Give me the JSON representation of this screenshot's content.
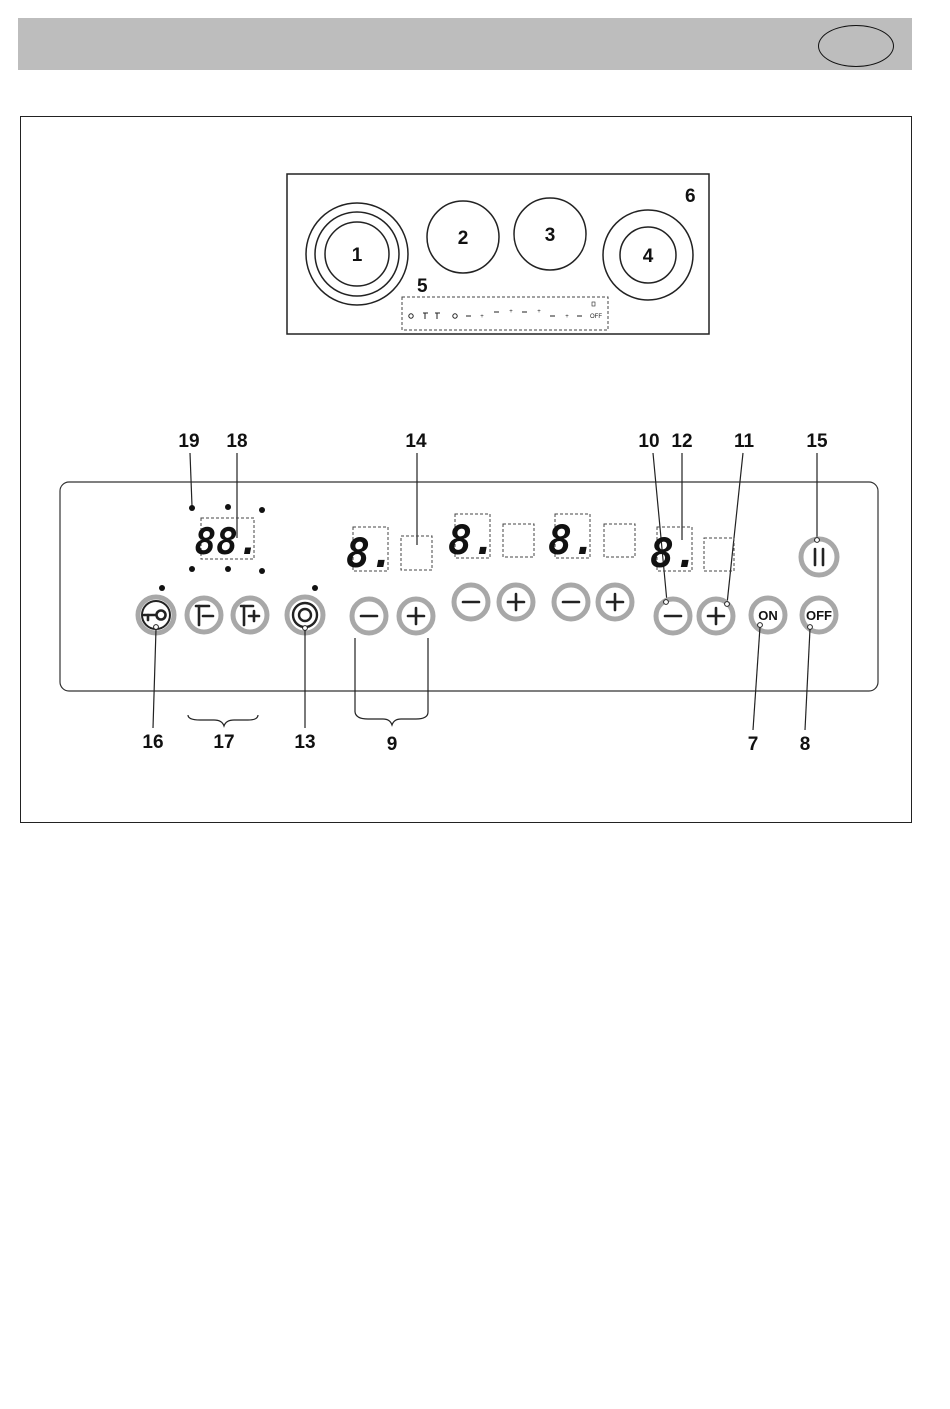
{
  "zones": [
    "1",
    "2",
    "3",
    "4"
  ],
  "hob_labels": {
    "controls": "5",
    "hob": "6"
  },
  "mini_panel": [
    "+",
    "+",
    "+",
    "+",
    "OFF"
  ],
  "callouts": {
    "n19": "19",
    "n18": "18",
    "n14": "14",
    "n10": "10",
    "n12": "12",
    "n11": "11",
    "n15": "15",
    "n16": "16",
    "n17": "17",
    "n13": "13",
    "n9": "9",
    "n7": "7",
    "n8": "8"
  },
  "displays": {
    "timer": "88.",
    "zone_digit": "8."
  },
  "buttons": {
    "on": "ON",
    "off": "OFF"
  }
}
